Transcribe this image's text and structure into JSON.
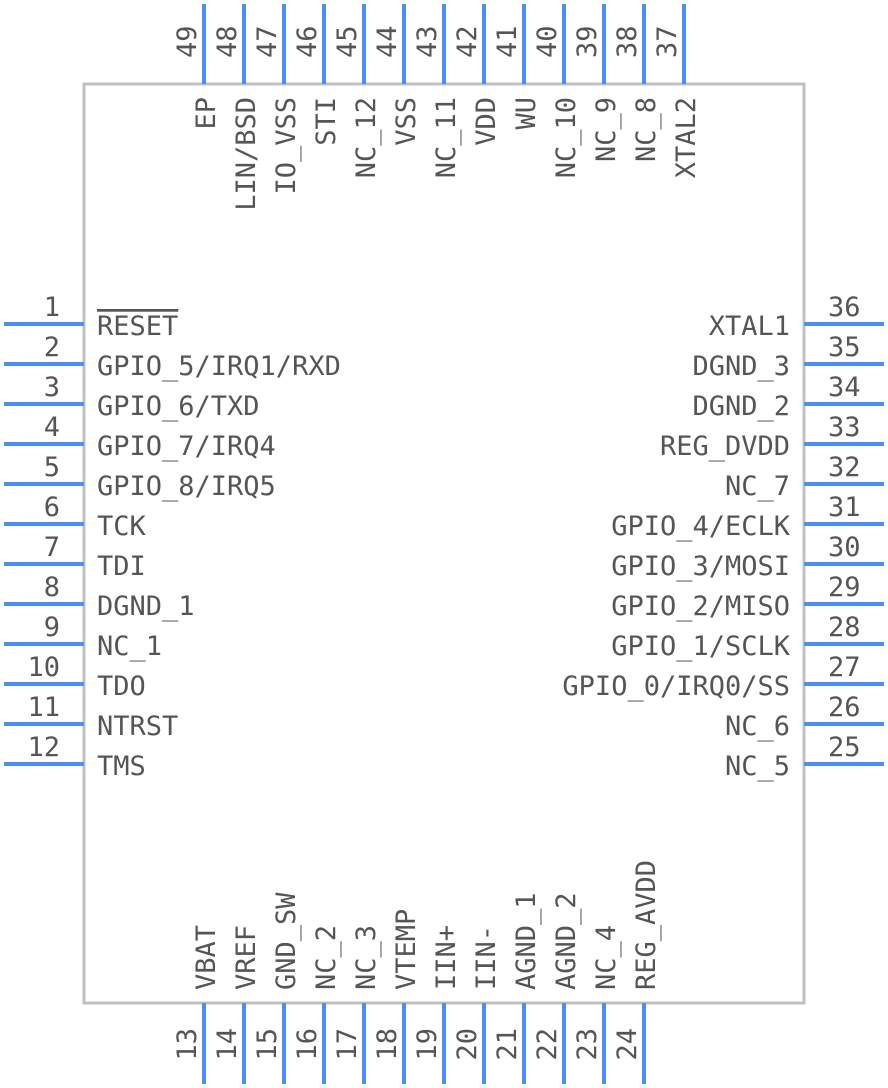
{
  "colors": {
    "body_stroke": "#c0c0c0",
    "pin_stroke": "#4b8ff0",
    "text": "#555555"
  },
  "left_pins": [
    {
      "number": "1",
      "name": "RESET",
      "overline": true
    },
    {
      "number": "2",
      "name": "GPIO_5/IRQ1/RXD"
    },
    {
      "number": "3",
      "name": "GPIO_6/TXD"
    },
    {
      "number": "4",
      "name": "GPIO_7/IRQ4"
    },
    {
      "number": "5",
      "name": "GPIO_8/IRQ5"
    },
    {
      "number": "6",
      "name": "TCK"
    },
    {
      "number": "7",
      "name": "TDI"
    },
    {
      "number": "8",
      "name": "DGND_1"
    },
    {
      "number": "9",
      "name": "NC_1"
    },
    {
      "number": "10",
      "name": "TDO"
    },
    {
      "number": "11",
      "name": "NTRST"
    },
    {
      "number": "12",
      "name": "TMS"
    }
  ],
  "right_pins": [
    {
      "number": "36",
      "name": "XTAL1"
    },
    {
      "number": "35",
      "name": "DGND_3"
    },
    {
      "number": "34",
      "name": "DGND_2"
    },
    {
      "number": "33",
      "name": "REG_DVDD"
    },
    {
      "number": "32",
      "name": "NC_7"
    },
    {
      "number": "31",
      "name": "GPIO_4/ECLK"
    },
    {
      "number": "30",
      "name": "GPIO_3/MOSI"
    },
    {
      "number": "29",
      "name": "GPIO_2/MISO"
    },
    {
      "number": "28",
      "name": "GPIO_1/SCLK"
    },
    {
      "number": "27",
      "name": "GPIO_0/IRQ0/SS"
    },
    {
      "number": "26",
      "name": "NC_6"
    },
    {
      "number": "25",
      "name": "NC_5"
    }
  ],
  "bottom_pins": [
    {
      "number": "13",
      "name": "VBAT"
    },
    {
      "number": "14",
      "name": "VREF"
    },
    {
      "number": "15",
      "name": "GND_SW"
    },
    {
      "number": "16",
      "name": "NC_2"
    },
    {
      "number": "17",
      "name": "NC_3"
    },
    {
      "number": "18",
      "name": "VTEMP"
    },
    {
      "number": "19",
      "name": "IIN+"
    },
    {
      "number": "20",
      "name": "IIN-"
    },
    {
      "number": "21",
      "name": "AGND_1"
    },
    {
      "number": "22",
      "name": "AGND_2"
    },
    {
      "number": "23",
      "name": "NC_4"
    },
    {
      "number": "24",
      "name": "REG_AVDD"
    }
  ],
  "top_pins": [
    {
      "number": "49",
      "name": "EP"
    },
    {
      "number": "48",
      "name": "LIN/BSD"
    },
    {
      "number": "47",
      "name": "IO_VSS"
    },
    {
      "number": "46",
      "name": "STI"
    },
    {
      "number": "45",
      "name": "NC_12"
    },
    {
      "number": "44",
      "name": "VSS"
    },
    {
      "number": "43",
      "name": "NC_11"
    },
    {
      "number": "42",
      "name": "VDD"
    },
    {
      "number": "41",
      "name": "WU"
    },
    {
      "number": "40",
      "name": "NC_10"
    },
    {
      "number": "39",
      "name": "NC_9"
    },
    {
      "number": "38",
      "name": "NC_8"
    },
    {
      "number": "37",
      "name": "XTAL2"
    }
  ]
}
